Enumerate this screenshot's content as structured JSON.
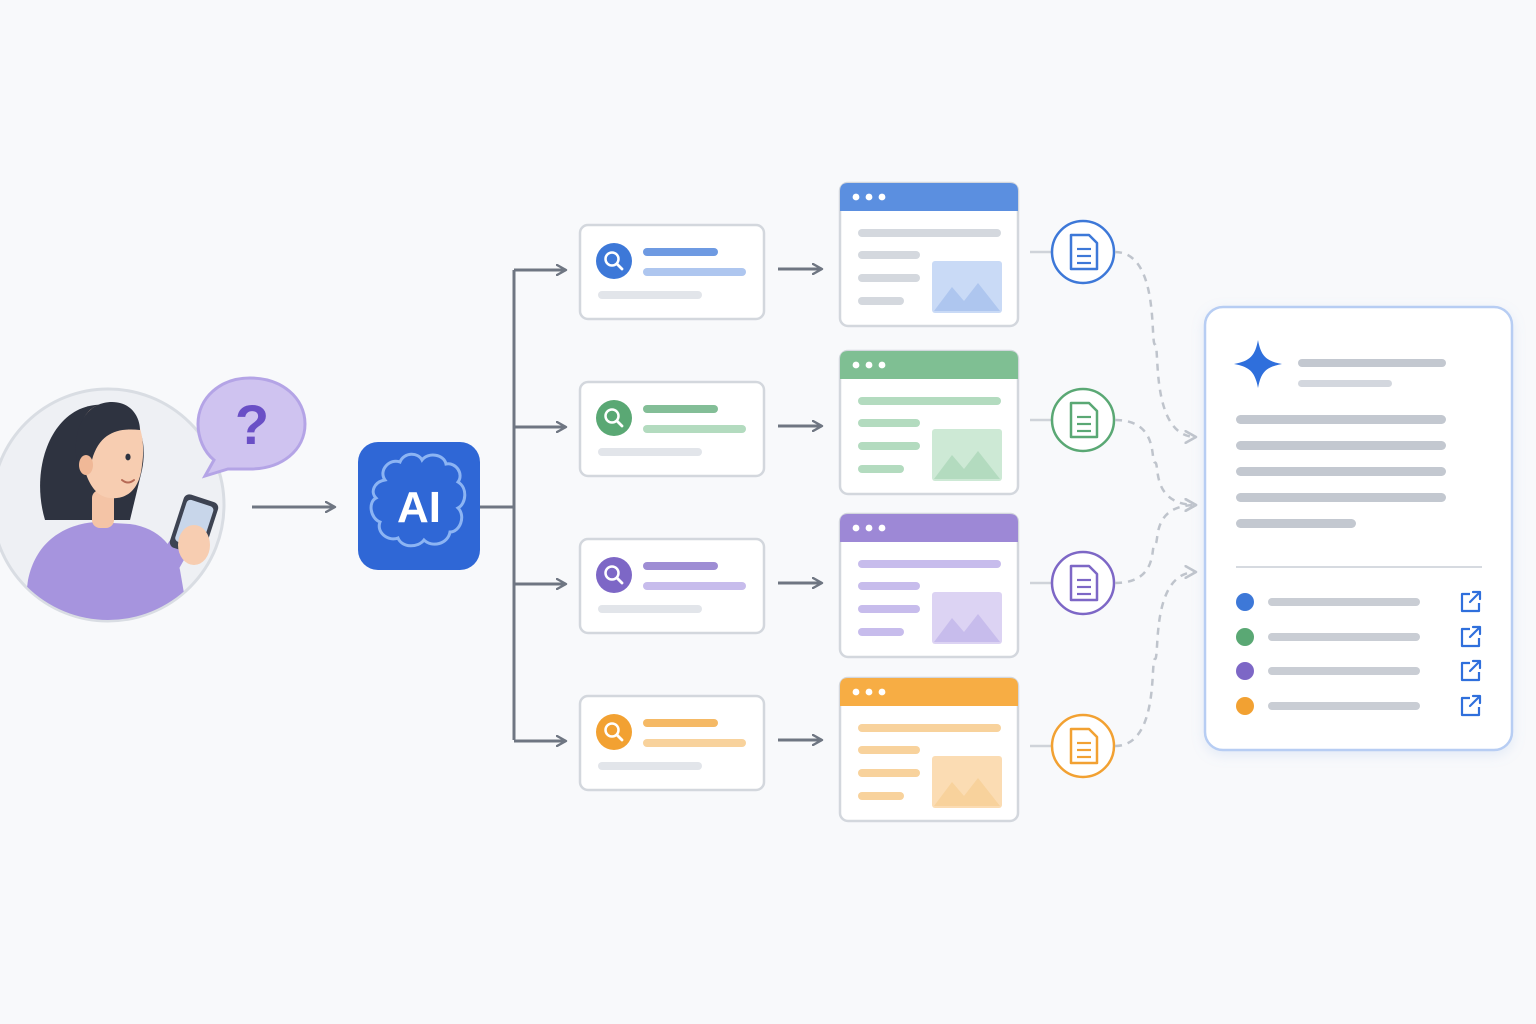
{
  "question_bubble": {
    "text": "?"
  },
  "ai_box": {
    "label": "AI"
  },
  "colors": {
    "background": "#f8f9fb",
    "connector": "#6f7682",
    "dashed": "#bfc4cc",
    "ai_blue": "#2f67d6",
    "person_purple": "#a694de",
    "bubble_purple": "#cfc3f0",
    "question_mark": "#6a4fc6"
  },
  "branches": [
    {
      "name": "blue",
      "color": "#3d78d8",
      "light": "#aec6ef",
      "header": "#5b8fe0",
      "image": "#c9daf6"
    },
    {
      "name": "green",
      "color": "#5aa874",
      "light": "#b3dbbf",
      "header": "#7fbf93",
      "image": "#cde9d5"
    },
    {
      "name": "purple",
      "color": "#7d67c6",
      "light": "#c7bcec",
      "header": "#9d88d6",
      "image": "#dcd3f3"
    },
    {
      "name": "orange",
      "color": "#f2a132",
      "light": "#f8d29c",
      "header": "#f7ad44",
      "image": "#fbdcb3"
    }
  ],
  "summary": {
    "star_color": "#2f6fdc",
    "sources": [
      {
        "color": "#3d78d8"
      },
      {
        "color": "#5aa874"
      },
      {
        "color": "#7d67c6"
      },
      {
        "color": "#f2a132"
      }
    ],
    "link_icon_color": "#2f6fdc"
  }
}
